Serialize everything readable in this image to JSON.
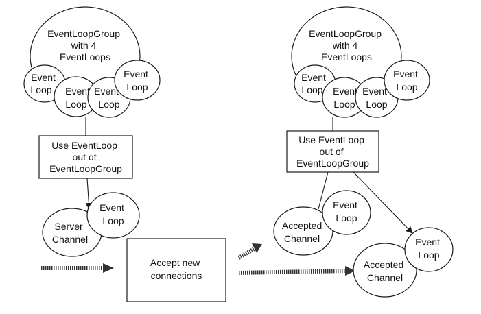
{
  "group_label": [
    "EventLoopGroup",
    "with 4",
    "EventLoops"
  ],
  "event_loop_label": [
    "Event",
    "Loop"
  ],
  "use_box_label": [
    "Use EventLoop",
    "out of",
    "EventLoopGroup"
  ],
  "server_channel_label": [
    "Server",
    "Channel"
  ],
  "accept_box_label": [
    "Accept new",
    "connections"
  ],
  "accepted_channel_label": [
    "Accepted",
    "Channel"
  ],
  "colors": {
    "stroke": "#1a1a1a",
    "fill": "#ffffff",
    "flow_arrow": "#333333"
  }
}
